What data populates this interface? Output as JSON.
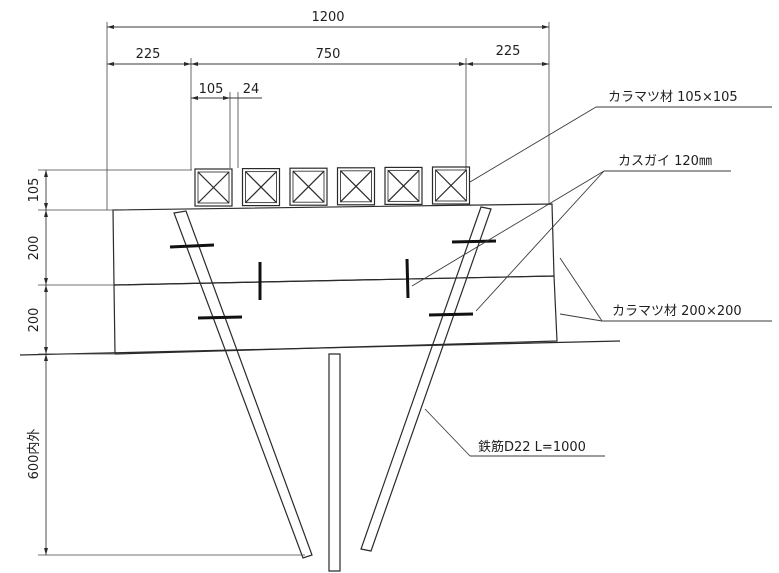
{
  "dimensions": {
    "total_width": "1200",
    "left_margin": "225",
    "center_width": "750",
    "right_margin": "225",
    "block_width": "105",
    "gap_width": "24",
    "upper_block_height": "105",
    "beam_upper_height": "200",
    "beam_lower_height": "200",
    "embed_depth": "600内外"
  },
  "labels": {
    "top_timber": "カラマツ材 105×105",
    "clamp": "カスガイ 120㎜",
    "beam_timber": "カラマツ材 200×200",
    "rebar": "鉄筋D22 L=1000"
  },
  "structure": {
    "block_count": 6
  },
  "colors": {
    "line": "#2a2a2a",
    "text": "#1e1e1e",
    "background": "#ffffff"
  }
}
